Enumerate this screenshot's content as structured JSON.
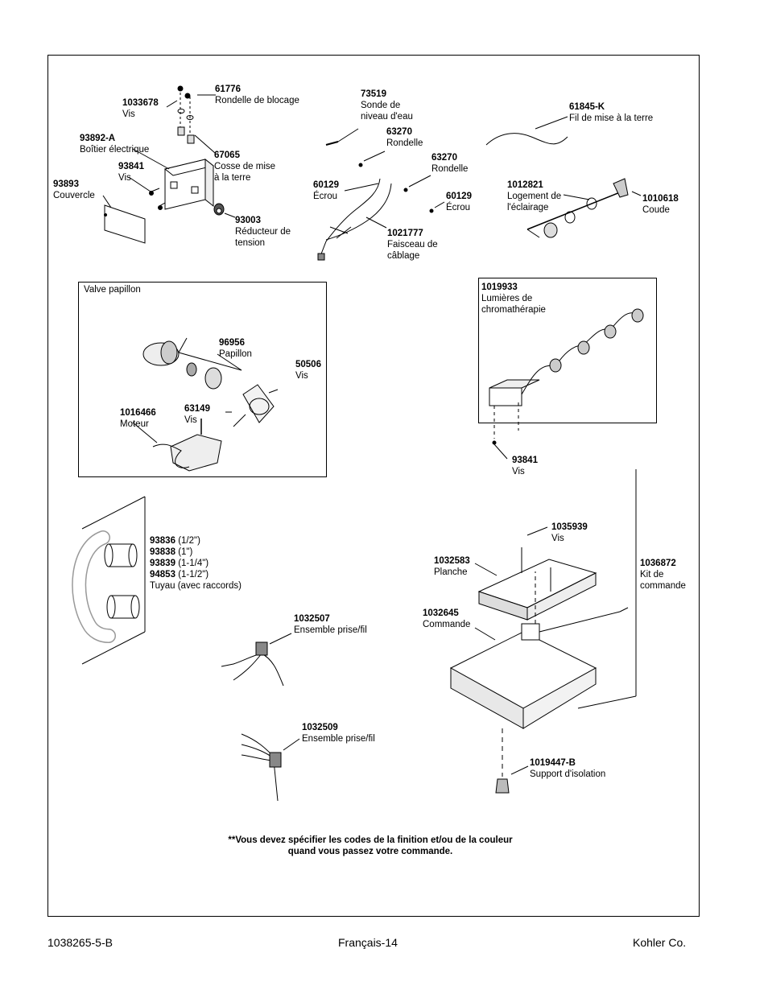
{
  "labels": {
    "p1033678": {
      "num": "1033678",
      "name": "Vis"
    },
    "p61776": {
      "num": "61776",
      "name": "Rondelle de blocage"
    },
    "p93892A": {
      "num": "93892-A",
      "name": "Boîtier électrique"
    },
    "p93841a": {
      "num": "93841",
      "name": "Vis"
    },
    "p67065": {
      "num": "67065",
      "name1": "Cosse de mise",
      "name2": "à la terre"
    },
    "p93893": {
      "num": "93893",
      "name": "Couvercle"
    },
    "p93003": {
      "num": "93003",
      "name1": "Réducteur de",
      "name2": "tension"
    },
    "p73519": {
      "num": "73519",
      "name1": "Sonde de",
      "name2": "niveau d'eau"
    },
    "p63270a": {
      "num": "63270",
      "name": "Rondelle"
    },
    "p63270b": {
      "num": "63270",
      "name": "Rondelle"
    },
    "p60129a": {
      "num": "60129",
      "name": "Écrou"
    },
    "p60129b": {
      "num": "60129",
      "name": "Écrou"
    },
    "p1021777": {
      "num": "1021777",
      "name1": "Faisceau de",
      "name2": "câblage"
    },
    "p61845K": {
      "num": "61845-K",
      "name": "Fil de mise à la terre"
    },
    "p1012821": {
      "num": "1012821",
      "name1": "Logement de",
      "name2": "l'éclairage"
    },
    "p1010618": {
      "num": "1010618",
      "name": "Coude"
    },
    "p96956": {
      "num": "96956",
      "name": "Papillon"
    },
    "p50506": {
      "num": "50506",
      "name": "Vis"
    },
    "p63149": {
      "num": "63149",
      "name": "Vis"
    },
    "p1016466": {
      "num": "1016466",
      "name": "Moteur"
    },
    "p1019933": {
      "num": "1019933",
      "name1": "Lumières de",
      "name2": "chromathérapie"
    },
    "p93841b": {
      "num": "93841",
      "name": "Vis"
    },
    "pipes": {
      "rows": [
        {
          "num": "93836",
          "size": "(1/2\")"
        },
        {
          "num": "93838",
          "size": "(1\")"
        },
        {
          "num": "93839",
          "size": "(1-1/4\")"
        },
        {
          "num": "94853",
          "size": "(1-1/2\")"
        }
      ],
      "name": "Tuyau (avec raccords)"
    },
    "p1035939": {
      "num": "1035939",
      "name": "Vis"
    },
    "p1032583": {
      "num": "1032583",
      "name": "Planche"
    },
    "p1036872": {
      "num": "1036872",
      "name1": "Kit de",
      "name2": "commande"
    },
    "p1032645": {
      "num": "1032645",
      "name": "Commande"
    },
    "p1032507": {
      "num": "1032507",
      "name": "Ensemble prise/fil"
    },
    "p1032509": {
      "num": "1032509",
      "name": "Ensemble prise/fil"
    },
    "p1019447B": {
      "num": "1019447-B",
      "name": "Support d'isolation"
    }
  },
  "boxes": {
    "valve_title": "Valve papillon"
  },
  "note": {
    "line1": "**Vous devez spécifier les codes de la finition et/ou de la couleur",
    "line2": "quand vous passez votre commande."
  },
  "footer": {
    "left": "1038265-5-B",
    "center": "Français-14",
    "right": "Kohler Co."
  }
}
